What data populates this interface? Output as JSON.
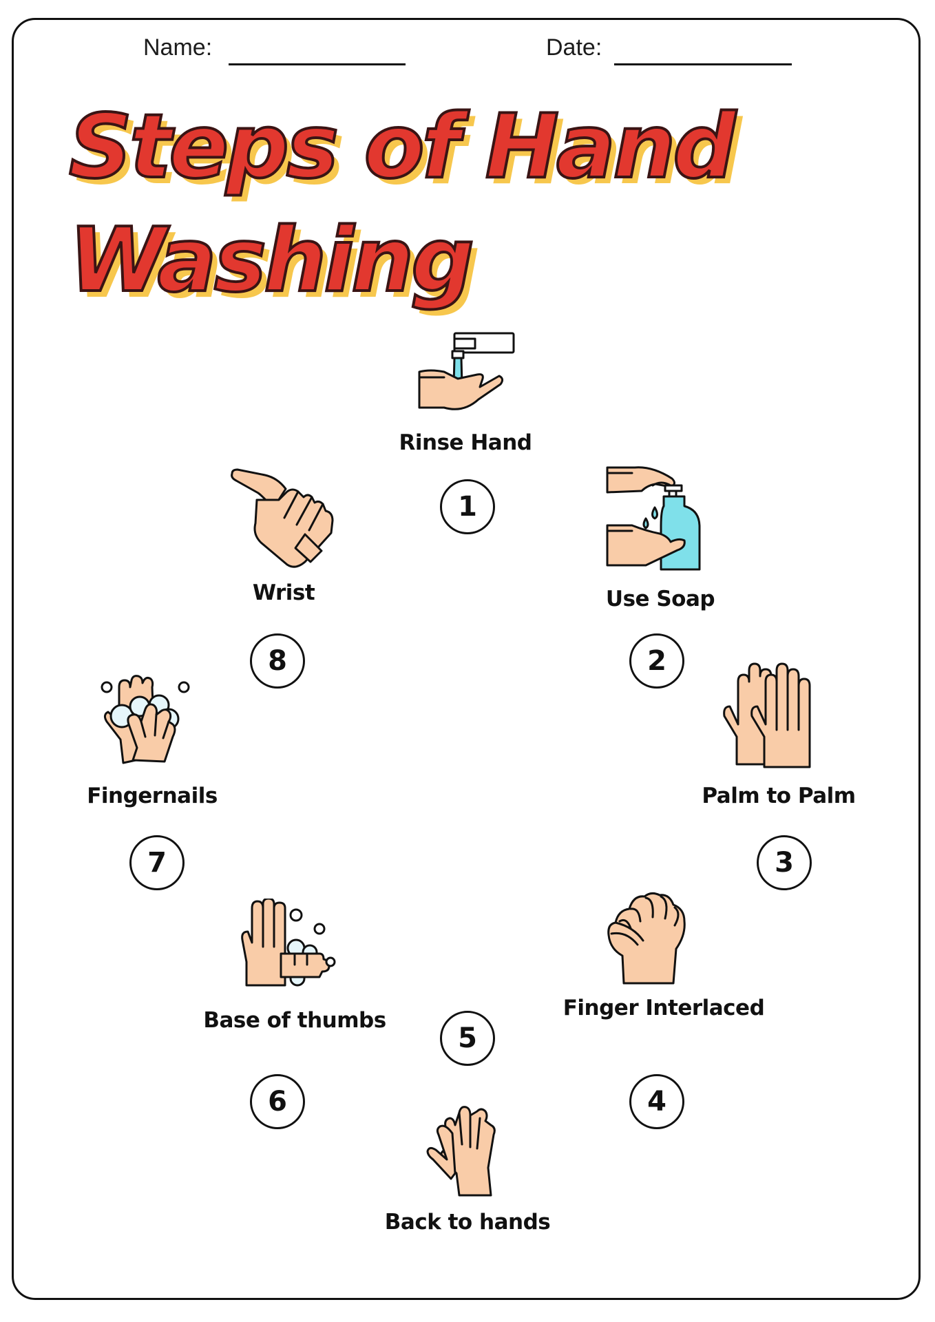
{
  "header": {
    "name_label": "Name:",
    "date_label": "Date:"
  },
  "title": {
    "line1": "Steps of Hand",
    "line2": "Washing"
  },
  "colors": {
    "title_fill": "#e2382f",
    "title_shadow": "#f7c74d",
    "skin": "#f9cca8",
    "water": "#7fe0ea"
  },
  "steps": [
    {
      "number": "1",
      "label": "Rinse Hand",
      "icon": "faucet-rinse-icon"
    },
    {
      "number": "2",
      "label": "Use Soap",
      "icon": "soap-pump-icon"
    },
    {
      "number": "3",
      "label": "Palm to Palm",
      "icon": "palm-to-palm-icon"
    },
    {
      "number": "4",
      "label": "Finger Interlaced",
      "icon": "fingers-interlaced-icon"
    },
    {
      "number": "5",
      "label": "Back to hands",
      "icon": "back-of-hands-icon"
    },
    {
      "number": "6",
      "label": "Base of thumbs",
      "icon": "thumb-rub-icon"
    },
    {
      "number": "7",
      "label": "Fingernails",
      "icon": "fingernails-scrub-icon"
    },
    {
      "number": "8",
      "label": "Wrist",
      "icon": "wrist-rub-icon"
    }
  ]
}
